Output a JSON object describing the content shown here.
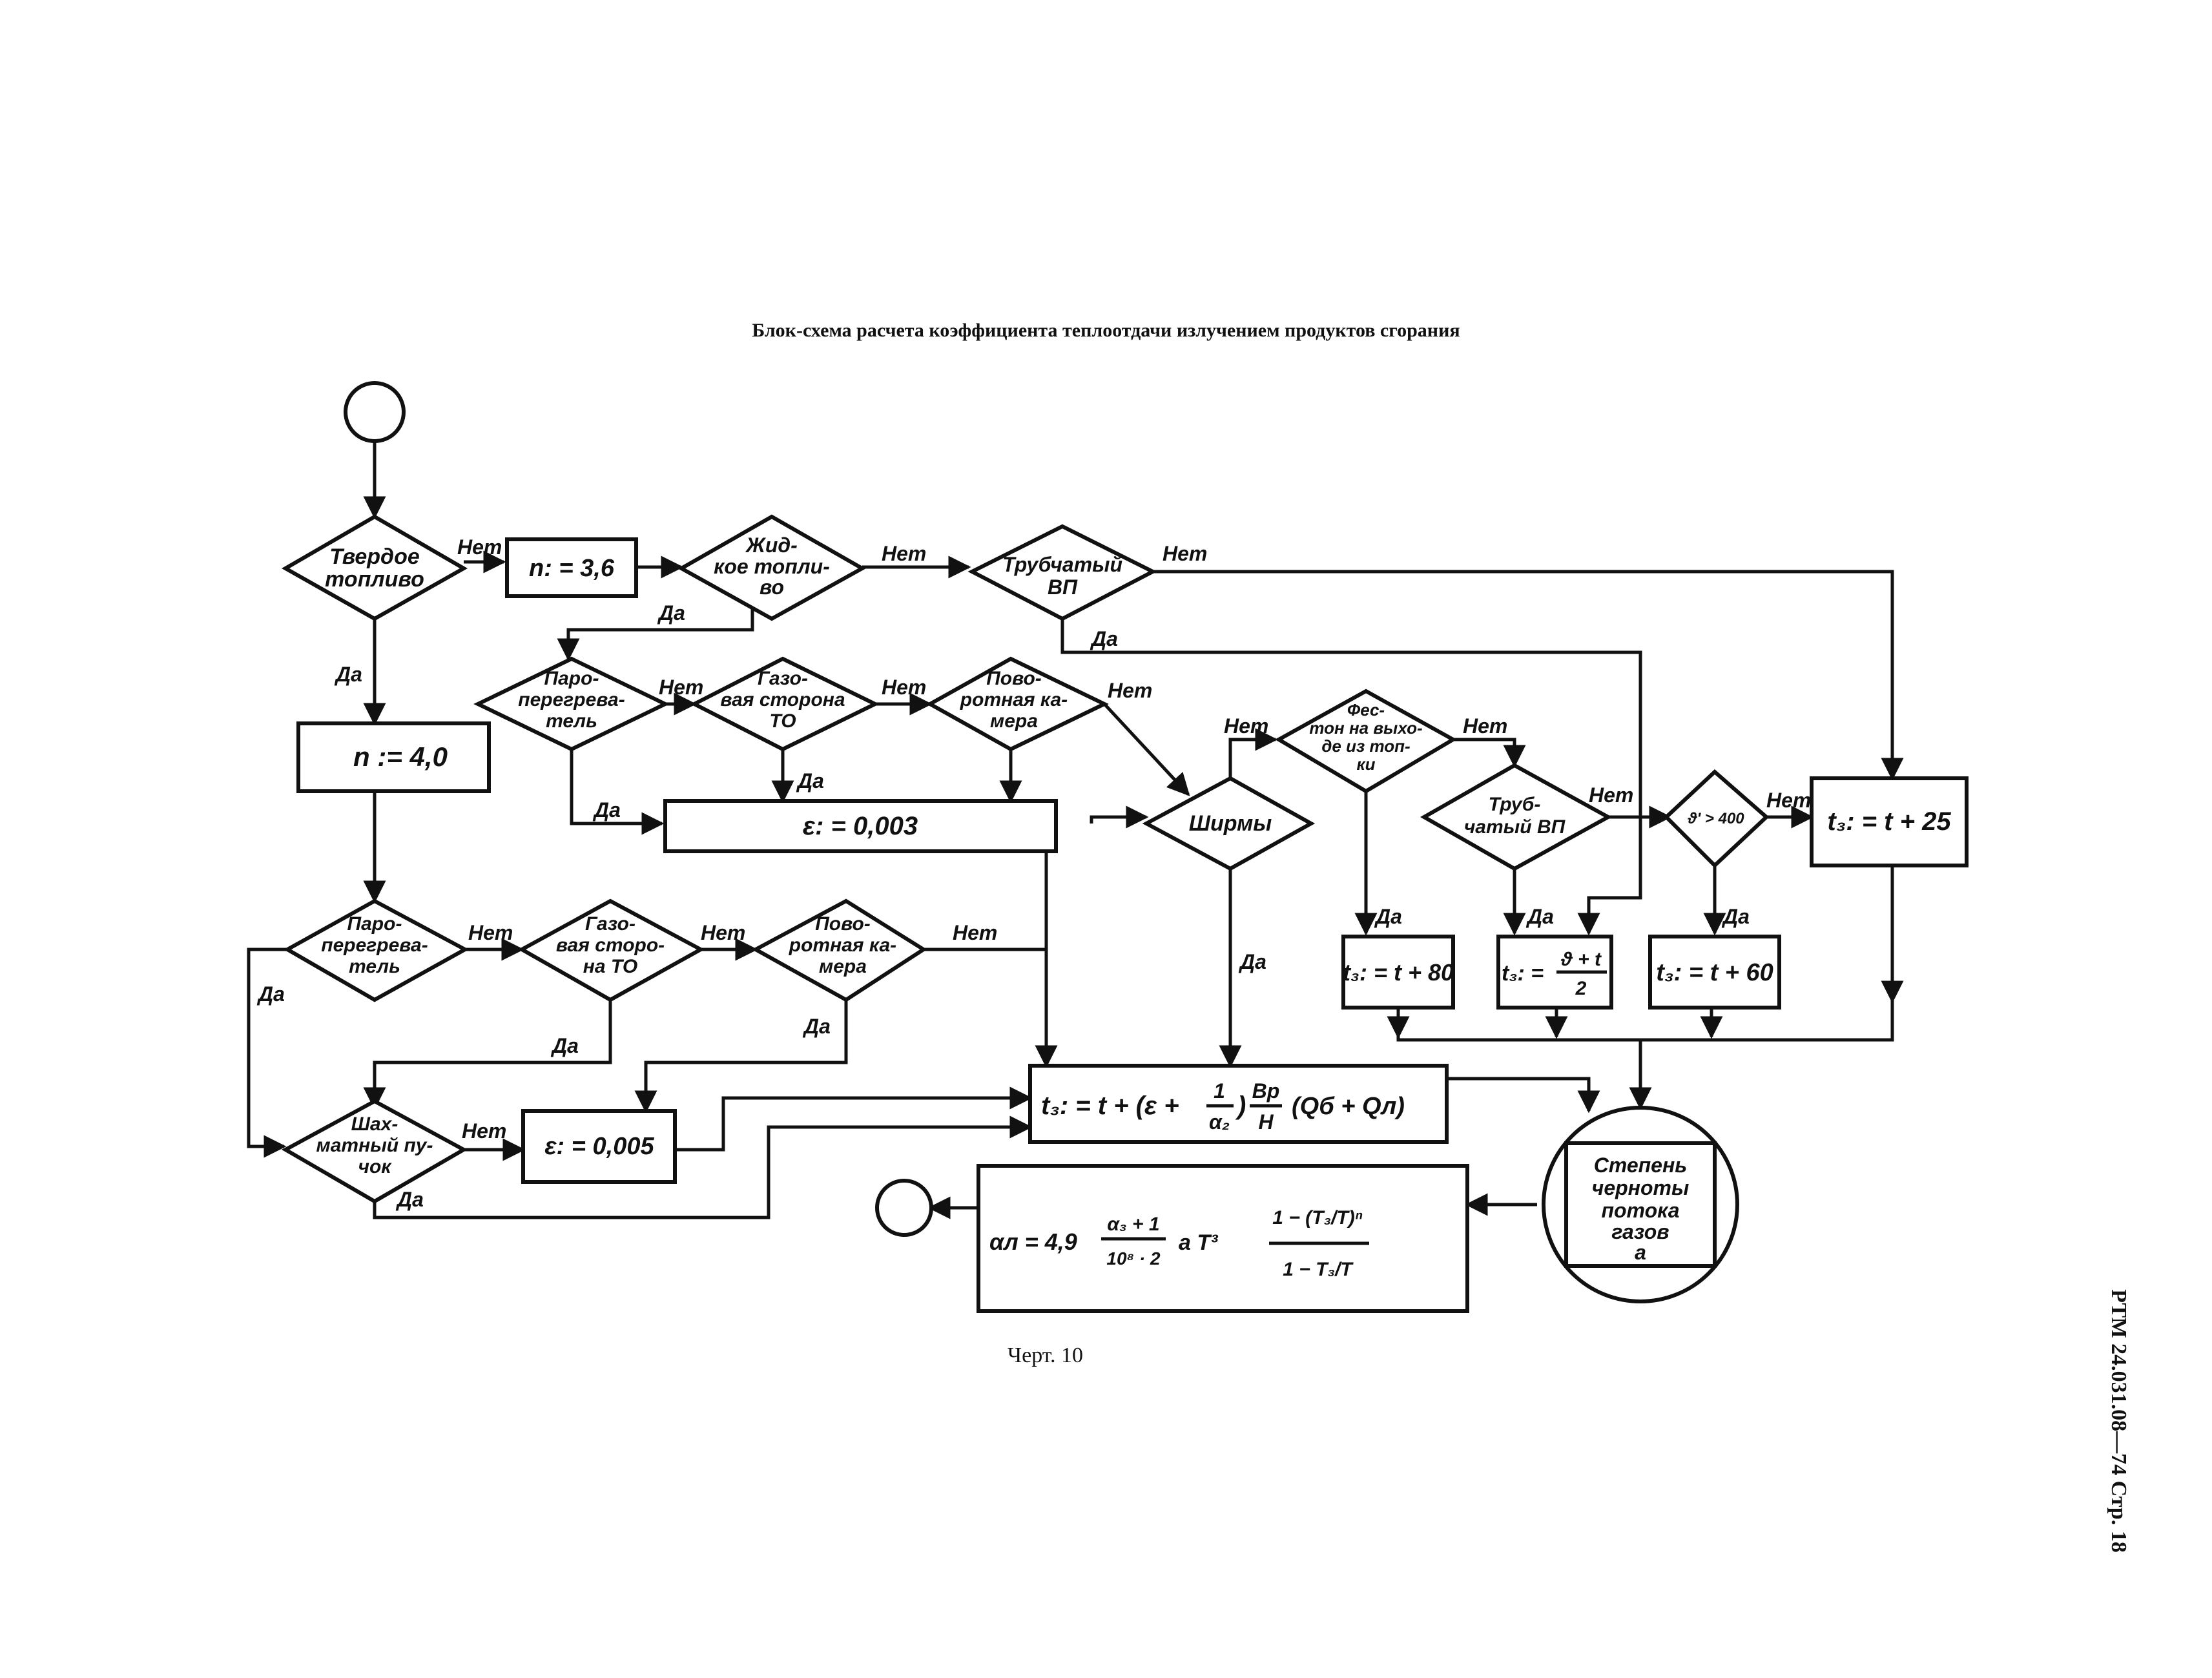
{
  "title": "Блок-схема расчета коэффициента теплоотдачи излучением продуктов сгорания",
  "caption": "Черт. 10",
  "side_label": "РТМ 24.031.08—74 Стр. 18",
  "nodes": {
    "d_solid": [
      "Твердое",
      "топливо"
    ],
    "p_n36": "n: = 3,6",
    "d_liquid": [
      "Жид-",
      "кое топли-",
      "во"
    ],
    "d_tubular_top": [
      "Трубчатый",
      "ВП"
    ],
    "p_n40": "n := 4,0",
    "d_super1": [
      "Паро-",
      "перегрева-",
      "тель"
    ],
    "d_gas1": [
      "Газо-",
      "вая сторона",
      "ТО"
    ],
    "d_turn1": [
      "Пово-",
      "ротная ка-",
      "мера"
    ],
    "p_eps003": "ε: = 0,003",
    "d_screens": "Ширмы",
    "d_festoon": [
      "Фес-",
      "тон на выхо-",
      "де из топ-",
      "ки"
    ],
    "d_tubular2": [
      "Труб-",
      "чатый ВП"
    ],
    "d_theta": "ϑ' > 400",
    "p_t25": "t₃: = t + 25",
    "p_t80": "t₃: = t + 80",
    "p_avg": {
      "lhs": "t₃: =",
      "num": "ϑ + t",
      "den": "2"
    },
    "p_t60": "t₃: = t + 60",
    "d_super2": [
      "Паро-",
      "перегрева-",
      "тель"
    ],
    "d_gas2": [
      "Газо-",
      "вая сторо-",
      "на ТО"
    ],
    "d_turn2": [
      "Пово-",
      "ротная ка-",
      "мера"
    ],
    "d_staggered": [
      "Шах-",
      "матный пу-",
      "чок"
    ],
    "p_eps005": "ε: = 0,005",
    "p_big": {
      "lhs": "t₃: = t + (ε +",
      "f1_num": "1",
      "f1_den": "α₂",
      "mid": ")",
      "f2_num": "Bр",
      "f2_den": "H",
      "tail": "(Qб + Qл)"
    },
    "p_alpha": {
      "lhs": "αл = 4,9",
      "f1_num": "α₃ + 1",
      "f1_den": "10⁸ · 2",
      "mid": "a T³",
      "f2_num": "1 − (T₃/T)ⁿ",
      "f2_den": "1 − T₃/T"
    },
    "emissivity": [
      "Степень",
      "черноты",
      "потока",
      "газов",
      "a"
    ]
  },
  "labels": {
    "yes": "Да",
    "no": "Нет"
  }
}
